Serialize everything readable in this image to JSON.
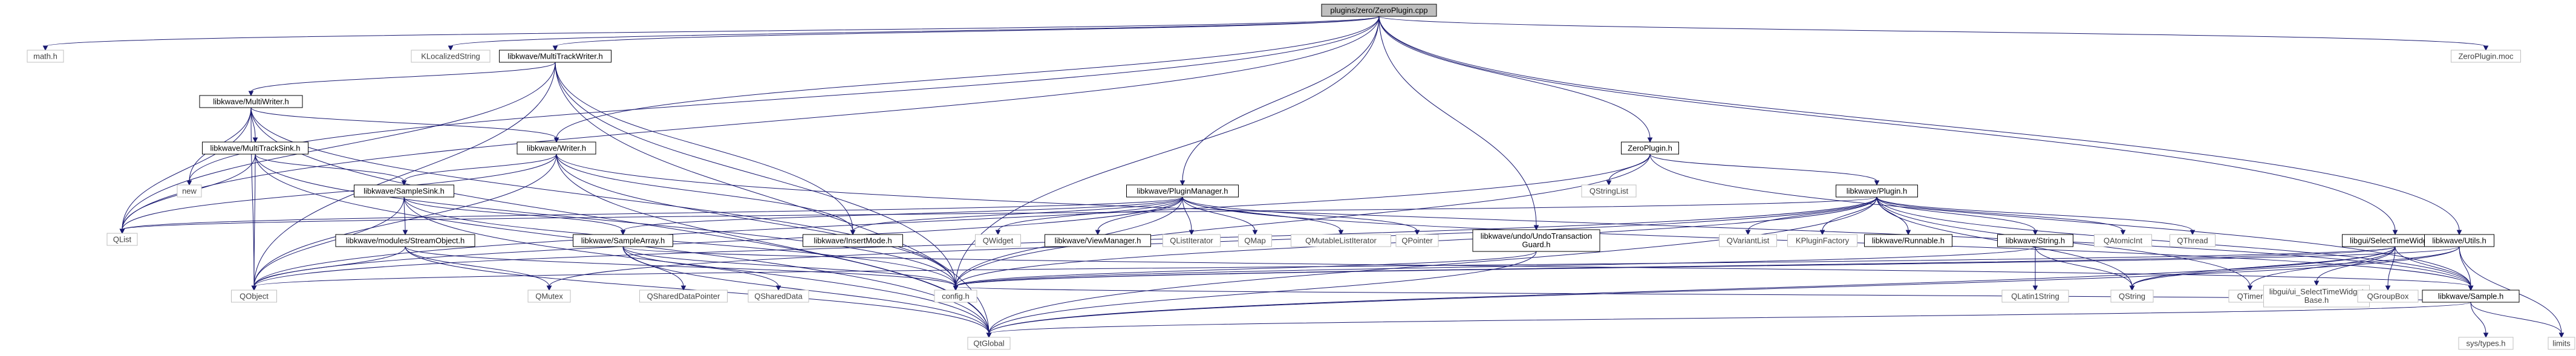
{
  "nodes": [
    {
      "id": "root",
      "label": "plugins/zero/ZeroPlugin.cpp",
      "kind": "root"
    },
    {
      "id": "math",
      "label": "math.h",
      "kind": "ext"
    },
    {
      "id": "klocstr",
      "label": "KLocalizedString",
      "kind": "ext"
    },
    {
      "id": "mtw",
      "label": "libkwave/MultiTrackWriter.h",
      "kind": "doc"
    },
    {
      "id": "zmoc",
      "label": "ZeroPlugin.moc",
      "kind": "ext"
    },
    {
      "id": "mw",
      "label": "libkwave/MultiWriter.h",
      "kind": "doc"
    },
    {
      "id": "mts",
      "label": "libkwave/MultiTrackSink.h",
      "kind": "doc"
    },
    {
      "id": "new",
      "label": "new",
      "kind": "ext"
    },
    {
      "id": "writer",
      "label": "libkwave/Writer.h",
      "kind": "doc"
    },
    {
      "id": "zph",
      "label": "ZeroPlugin.h",
      "kind": "doc"
    },
    {
      "id": "qstrlist",
      "label": "QStringList",
      "kind": "ext"
    },
    {
      "id": "pm",
      "label": "libkwave/PluginManager.h",
      "kind": "doc"
    },
    {
      "id": "plugin",
      "label": "libkwave/Plugin.h",
      "kind": "doc"
    },
    {
      "id": "qlist",
      "label": "QList",
      "kind": "ext"
    },
    {
      "id": "ssink",
      "label": "libkwave/SampleSink.h",
      "kind": "doc"
    },
    {
      "id": "stream",
      "label": "libkwave/modules/StreamObject.h",
      "kind": "doc"
    },
    {
      "id": "sarr",
      "label": "libkwave/SampleArray.h",
      "kind": "doc"
    },
    {
      "id": "insmode",
      "label": "libkwave/InsertMode.h",
      "kind": "doc"
    },
    {
      "id": "qwidget",
      "label": "QWidget",
      "kind": "ext"
    },
    {
      "id": "viewmgr",
      "label": "libkwave/ViewManager.h",
      "kind": "doc"
    },
    {
      "id": "qlistit",
      "label": "QListIterator",
      "kind": "ext"
    },
    {
      "id": "qmap",
      "label": "QMap",
      "kind": "ext"
    },
    {
      "id": "qmutlistit",
      "label": "QMutableListIterator",
      "kind": "ext"
    },
    {
      "id": "qpointer",
      "label": "QPointer",
      "kind": "ext"
    },
    {
      "id": "undo",
      "label": "libkwave/undo/UndoTransaction Guard.h",
      "kind": "doc"
    },
    {
      "id": "qvarlist",
      "label": "QVariantList",
      "kind": "ext"
    },
    {
      "id": "kpf",
      "label": "KPluginFactory",
      "kind": "ext"
    },
    {
      "id": "runnable",
      "label": "libkwave/Runnable.h",
      "kind": "doc"
    },
    {
      "id": "kstring",
      "label": "libkwave/String.h",
      "kind": "doc"
    },
    {
      "id": "qatomic",
      "label": "QAtomicInt",
      "kind": "ext"
    },
    {
      "id": "qthread",
      "label": "QThread",
      "kind": "ext"
    },
    {
      "id": "stw",
      "label": "libgui/SelectTimeWidget.h",
      "kind": "doc"
    },
    {
      "id": "utils",
      "label": "libkwave/Utils.h",
      "kind": "doc"
    },
    {
      "id": "qobject",
      "label": "QObject",
      "kind": "ext"
    },
    {
      "id": "qmutex",
      "label": "QMutex",
      "kind": "ext"
    },
    {
      "id": "qsdp",
      "label": "QSharedDataPointer",
      "kind": "ext"
    },
    {
      "id": "qsd",
      "label": "QSharedData",
      "kind": "ext"
    },
    {
      "id": "config",
      "label": "config.h",
      "kind": "ext"
    },
    {
      "id": "ql1s",
      "label": "QLatin1String",
      "kind": "ext"
    },
    {
      "id": "qstring",
      "label": "QString",
      "kind": "ext"
    },
    {
      "id": "qtimer",
      "label": "QTimer",
      "kind": "ext"
    },
    {
      "id": "uistw",
      "label": "libgui/ui_SelectTimeWidget Base.h",
      "kind": "ext"
    },
    {
      "id": "qgroupbox",
      "label": "QGroupBox",
      "kind": "ext"
    },
    {
      "id": "sample",
      "label": "libkwave/Sample.h",
      "kind": "doc"
    },
    {
      "id": "qglobal",
      "label": "QtGlobal",
      "kind": "ext"
    },
    {
      "id": "systypes",
      "label": "sys/types.h",
      "kind": "ext"
    },
    {
      "id": "limits",
      "label": "limits",
      "kind": "ext"
    }
  ],
  "edges": [
    [
      "root",
      "math"
    ],
    [
      "root",
      "klocstr"
    ],
    [
      "root",
      "mtw"
    ],
    [
      "root",
      "zmoc"
    ],
    [
      "root",
      "writer"
    ],
    [
      "root",
      "zph"
    ],
    [
      "root",
      "pm"
    ],
    [
      "root",
      "undo"
    ],
    [
      "root",
      "stw"
    ],
    [
      "root",
      "utils"
    ],
    [
      "root",
      "qlist"
    ],
    [
      "root",
      "config"
    ],
    [
      "root",
      "new"
    ],
    [
      "mtw",
      "mw"
    ],
    [
      "mtw",
      "qlist"
    ],
    [
      "mtw",
      "insmode"
    ],
    [
      "mtw",
      "config"
    ],
    [
      "mtw",
      "qobject"
    ],
    [
      "mtw",
      "qglobal"
    ],
    [
      "mw",
      "mts"
    ],
    [
      "mw",
      "writer"
    ],
    [
      "mw",
      "qlist"
    ],
    [
      "mw",
      "qobject"
    ],
    [
      "mw",
      "qglobal"
    ],
    [
      "mw",
      "config"
    ],
    [
      "mw",
      "new"
    ],
    [
      "mts",
      "ssink"
    ],
    [
      "mts",
      "qlist"
    ],
    [
      "mts",
      "qobject"
    ],
    [
      "mts",
      "qglobal"
    ],
    [
      "mts",
      "config"
    ],
    [
      "writer",
      "ssink"
    ],
    [
      "writer",
      "insmode"
    ],
    [
      "writer",
      "sample"
    ],
    [
      "writer",
      "config"
    ],
    [
      "writer",
      "qobject"
    ],
    [
      "writer",
      "qglobal"
    ],
    [
      "writer",
      "qlist"
    ],
    [
      "zph",
      "qstrlist"
    ],
    [
      "zph",
      "plugin"
    ],
    [
      "zph",
      "sample"
    ],
    [
      "zph",
      "config"
    ],
    [
      "zph",
      "qobject"
    ],
    [
      "pm",
      "qlist"
    ],
    [
      "pm",
      "qwidget"
    ],
    [
      "pm",
      "viewmgr"
    ],
    [
      "pm",
      "qlistit"
    ],
    [
      "pm",
      "qmap"
    ],
    [
      "pm",
      "qmutlistit"
    ],
    [
      "pm",
      "qpointer"
    ],
    [
      "pm",
      "insmode"
    ],
    [
      "pm",
      "sarr"
    ],
    [
      "pm",
      "config"
    ],
    [
      "pm",
      "qobject"
    ],
    [
      "pm",
      "sample"
    ],
    [
      "plugin",
      "qvarlist"
    ],
    [
      "plugin",
      "kpf"
    ],
    [
      "plugin",
      "runnable"
    ],
    [
      "plugin",
      "kstring"
    ],
    [
      "plugin",
      "qatomic"
    ],
    [
      "plugin",
      "qthread"
    ],
    [
      "plugin",
      "qlist"
    ],
    [
      "plugin",
      "qobject"
    ],
    [
      "plugin",
      "config"
    ],
    [
      "plugin",
      "qstring"
    ],
    [
      "plugin",
      "qmutex"
    ],
    [
      "plugin",
      "qglobal"
    ],
    [
      "plugin",
      "sample"
    ],
    [
      "plugin",
      "qtimer"
    ],
    [
      "ssink",
      "stream"
    ],
    [
      "ssink",
      "sarr"
    ],
    [
      "ssink",
      "qobject"
    ],
    [
      "ssink",
      "config"
    ],
    [
      "ssink",
      "qglobal"
    ],
    [
      "stream",
      "qobject"
    ],
    [
      "stream",
      "qmutex"
    ],
    [
      "stream",
      "qglobal"
    ],
    [
      "stream",
      "config"
    ],
    [
      "sarr",
      "qsdp"
    ],
    [
      "sarr",
      "qsd"
    ],
    [
      "sarr",
      "sample"
    ],
    [
      "sarr",
      "qglobal"
    ],
    [
      "sarr",
      "config"
    ],
    [
      "undo",
      "config"
    ],
    [
      "undo",
      "qglobal"
    ],
    [
      "kstring",
      "ql1s"
    ],
    [
      "kstring",
      "qstring"
    ],
    [
      "kstring",
      "config"
    ],
    [
      "stw",
      "qtimer"
    ],
    [
      "stw",
      "uistw"
    ],
    [
      "stw",
      "qgroupbox"
    ],
    [
      "stw",
      "sample"
    ],
    [
      "stw",
      "qstring"
    ],
    [
      "stw",
      "config"
    ],
    [
      "stw",
      "qobject"
    ],
    [
      "stw",
      "qglobal"
    ],
    [
      "utils",
      "sample"
    ],
    [
      "utils",
      "qstring"
    ],
    [
      "utils",
      "config"
    ],
    [
      "utils",
      "qglobal"
    ],
    [
      "utils",
      "limits"
    ],
    [
      "sample",
      "systypes"
    ],
    [
      "sample",
      "limits"
    ],
    [
      "sample",
      "config"
    ],
    [
      "sample",
      "qglobal"
    ]
  ]
}
